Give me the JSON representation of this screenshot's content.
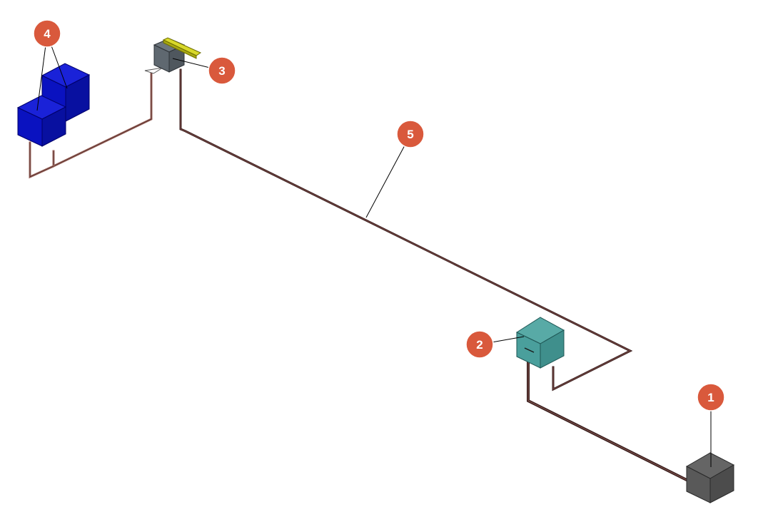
{
  "callouts": {
    "c1": "1",
    "c2": "2",
    "c3": "3",
    "c4": "4",
    "c5": "5"
  },
  "colors": {
    "callout_fill": "#d9593c",
    "pipe": "#4a2a28",
    "unit1": "#595959",
    "unit2": "#4a9f9c",
    "unit3": "#5f6870",
    "unit4": "#0a12c0",
    "handle": "#c8c81a",
    "leader": "#000000"
  }
}
